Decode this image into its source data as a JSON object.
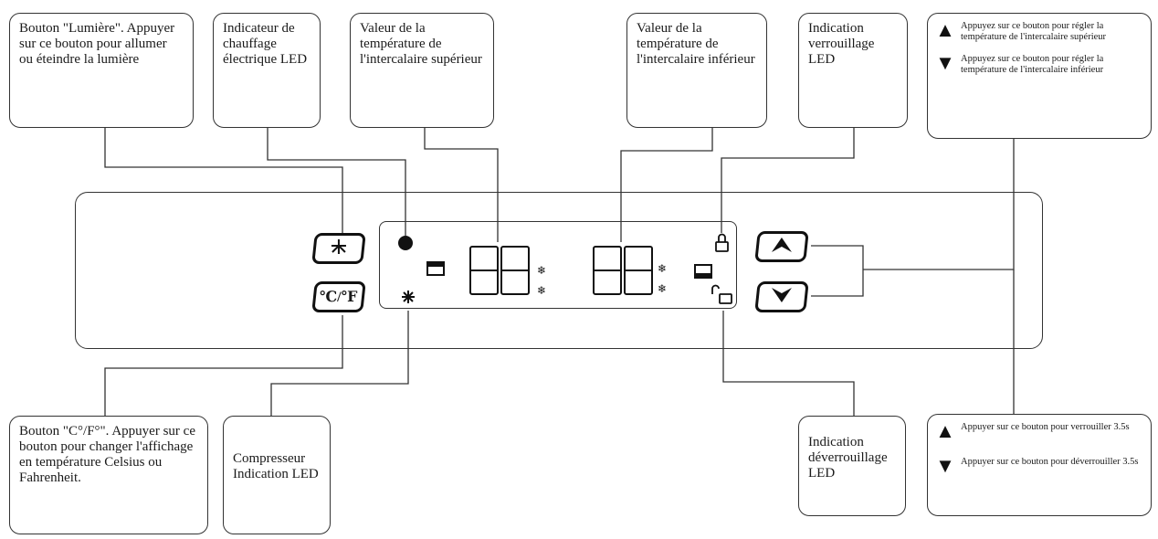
{
  "callouts": {
    "light_button": "Bouton \"Lumière\". Appuyer sur ce bouton pour allumer ou éteindre la lumière",
    "heating_led": "Indicateur de chauffage électrique LED",
    "upper_temp": "Valeur de la température de l'intercalaire supérieur",
    "lower_temp": "Valeur de la température de l'intercalaire inférieur",
    "lock_led": "Indication verrouillage LED",
    "up_desc": "Appuyez sur ce bouton pour régler la température de l'intercalaire supérieur",
    "down_desc": "Appuyez sur ce bouton pour régler la température de l'intercalaire inférieur",
    "cf_button": "Bouton \"C°/F°\". Appuyer sur ce bouton pour changer l'affichage en température Celsius ou Fahrenheit.",
    "compressor_led": "Compresseur Indication LED",
    "unlock_led": "Indication déverrouillage LED",
    "lock_up_desc": "Appuyer sur ce bouton pour verrouiller 3.5s",
    "lock_down_desc": "Appuyer sur ce bouton pour déverrouiller 3.5s"
  },
  "keys": {
    "light": "light-icon",
    "cf": "℃/℉",
    "up": "up-arrow-icon",
    "down": "down-arrow-icon"
  }
}
